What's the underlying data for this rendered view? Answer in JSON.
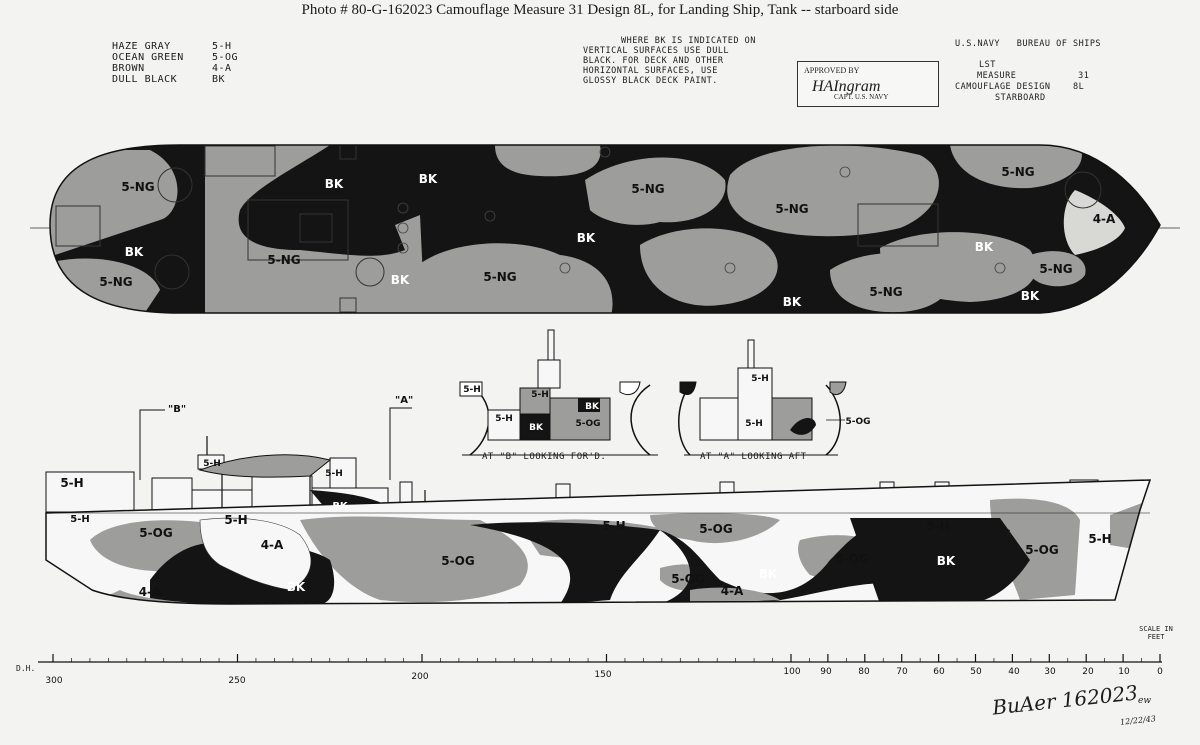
{
  "caption": "Photo # 80-G-162023 Camouflage Measure 31 Design 8L, for Landing Ship, Tank -- starboard side",
  "legend": [
    {
      "name": "HAZE GRAY",
      "code": "5-H"
    },
    {
      "name": "OCEAN GREEN",
      "code": "5-OG"
    },
    {
      "name": "BROWN",
      "code": "4-A"
    },
    {
      "name": "DULL BLACK",
      "code": "BK"
    }
  ],
  "note": [
    "WHERE BK IS INDICATED ON",
    "VERTICAL SURFACES USE DULL",
    "BLACK. FOR DECK AND OTHER",
    "HORIZONTAL SURFACES, USE",
    "GLOSSY BLACK DECK PAINT."
  ],
  "approval": {
    "label": "APPROVED BY",
    "signature": "HAIngram",
    "rank": "CAPT. U.S. NAVY"
  },
  "bureau": {
    "header": "U.S.NAVY   BUREAU OF SHIPS",
    "lines": [
      "LST",
      "MEASURE           31",
      "CAMOUFLAGE DESIGN    8L",
      "STARBOARD"
    ]
  },
  "deck_labels": [
    "5-NG",
    "BK",
    "BK",
    "BK",
    "5-NG",
    "5-NG",
    "BK",
    "5-NG",
    "BK",
    "5-NG",
    "BK",
    "5-NG",
    "5-NG",
    "BK",
    "5-NG",
    "4-A",
    "5-NG",
    "BK"
  ],
  "side_labels": [
    "5-H",
    "5-H",
    "5-H",
    "5-H",
    "5-OG",
    "5-H",
    "4-A",
    "BK",
    "BK",
    "5-OG",
    "4-A",
    "5-H",
    "5-OG",
    "5-OG",
    "4-A",
    "BK",
    "5-OG",
    "5-H",
    "BK",
    "5-OG",
    "5-H"
  ],
  "section_views": {
    "forward": {
      "caption": "AT \"B\" LOOKING FOR'D.",
      "labels": [
        "5-H",
        "5-H",
        "5-H",
        "BK",
        "BK",
        "5-OG"
      ]
    },
    "aft": {
      "caption": "AT \"A\" LOOKING AFT",
      "labels": [
        "5-H",
        "5-H",
        "5-OG"
      ]
    }
  },
  "section_markers": [
    "\"B\"",
    "\"A\""
  ],
  "scale": {
    "label": "SCALE IN FEET",
    "ticks": [
      "300",
      "250",
      "200",
      "150",
      "100",
      "90",
      "80",
      "70",
      "60",
      "50",
      "40",
      "30",
      "20",
      "10",
      "0"
    ]
  },
  "dh_label": "D.H.",
  "sheet_number": "BuAer 162023",
  "sheet_initials": "ew",
  "sheet_date": "12/22/43"
}
